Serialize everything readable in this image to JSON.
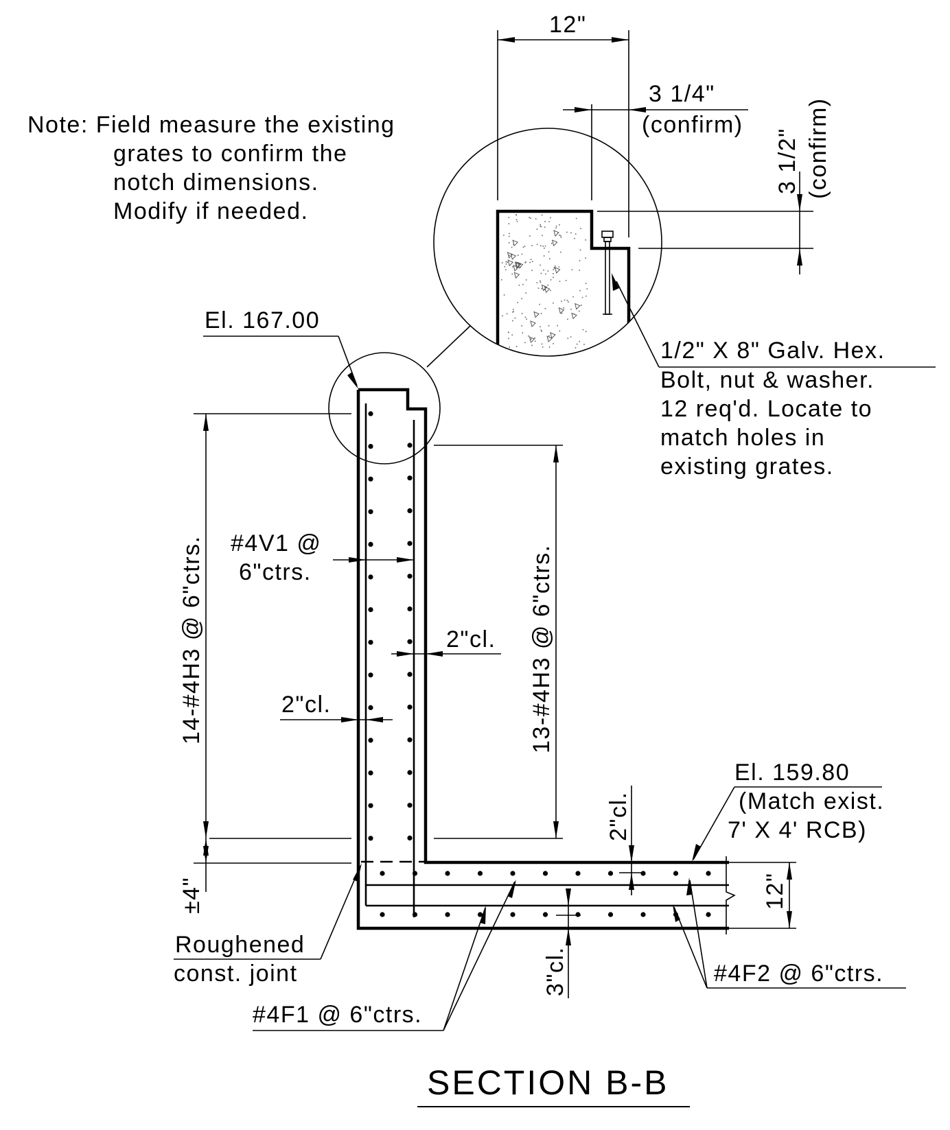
{
  "note": {
    "line1": "Note:  Field measure the existing",
    "line2": "grates to confirm the",
    "line3": "notch dimensions.",
    "line4": "Modify if needed."
  },
  "detail": {
    "width_dim": "12\"",
    "notch_width": "3 1/4\"",
    "notch_width_note": "(confirm)",
    "notch_depth": "3 1/2\"",
    "notch_depth_note": "(confirm)"
  },
  "bolt": {
    "line1": "1/2\" X 8\" Galv. Hex.",
    "line2": "Bolt, nut & washer.",
    "line3": "12 req'd. Locate to",
    "line4": "match holes in",
    "line5": "existing grates."
  },
  "elev_top": "El. 167.00",
  "elev_bottom": {
    "line1": "El. 159.80",
    "line2": "(Match exist.",
    "line3": "7' X 4' RCB)"
  },
  "wall_left_bars": "14-#4H3 @ 6\"ctrs.",
  "wall_right_bars": "13-#4H3 @ 6\"ctrs.",
  "vertical_bars": {
    "line1": "#4V1 @",
    "line2": "6\"ctrs."
  },
  "clear_right": "2\"cl.",
  "clear_left": "2\"cl.",
  "clear_top_slab": "2\"cl.",
  "clear_bottom_slab": "3\"cl.",
  "slab_thickness": "12\"",
  "joint_offset": "±4\"",
  "joint_label": {
    "line1": "Roughened",
    "line2": "const. joint"
  },
  "bars_f1": "#4F1 @ 6\"ctrs.",
  "bars_f2": "#4F2 @ 6\"ctrs.",
  "section_title": "SECTION B-B"
}
